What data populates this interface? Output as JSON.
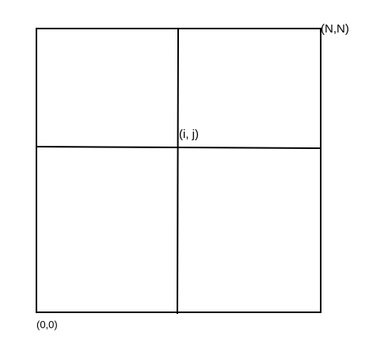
{
  "diagram": {
    "labels": {
      "origin": "(0,0)",
      "corner": "(N,N)",
      "center": "(i, j)"
    },
    "colors": {
      "stroke": "#000000",
      "background": "#ffffff"
    }
  }
}
